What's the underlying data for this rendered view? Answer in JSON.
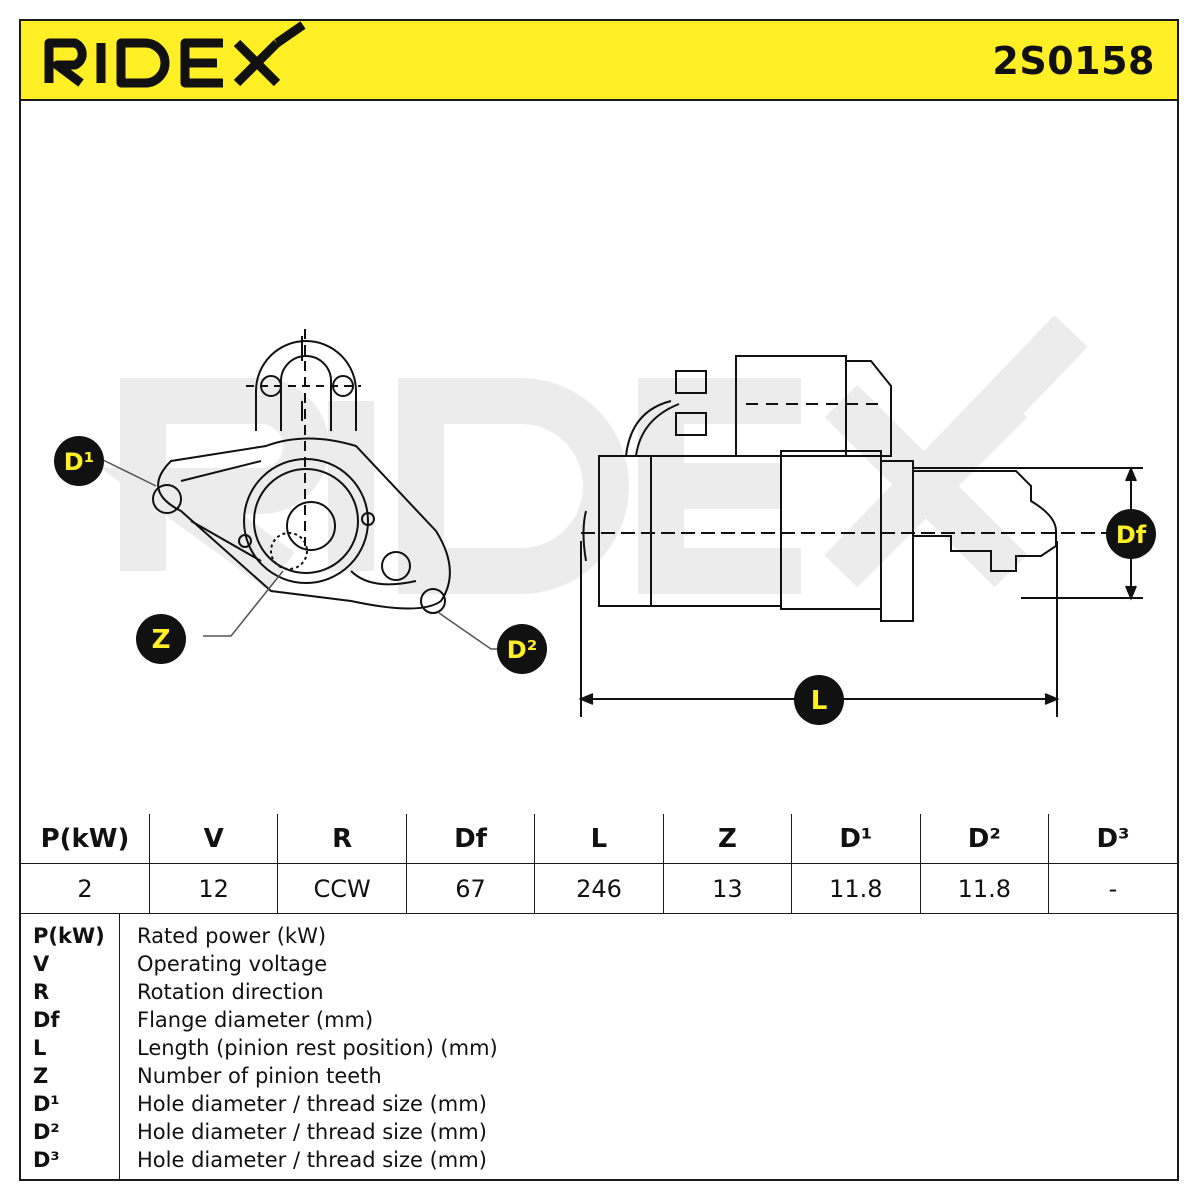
{
  "header": {
    "brand": "RIDEX",
    "part_number": "2S0158",
    "colors": {
      "background": "#ffef24",
      "ink": "#1a1a1a"
    }
  },
  "drawing": {
    "callouts": {
      "d1": "D¹",
      "d2": "D²",
      "z": "Z",
      "df": "Df",
      "l": "L"
    },
    "watermark_text": "RIDEX"
  },
  "specs": {
    "headers": [
      "P(kW)",
      "V",
      "R",
      "Df",
      "L",
      "Z",
      "D¹",
      "D²",
      "D³"
    ],
    "values": [
      "2",
      "12",
      "CCW",
      "67",
      "246",
      "13",
      "11.8",
      "11.8",
      "-"
    ]
  },
  "legend": [
    {
      "key": "P(kW)",
      "desc": "Rated power (kW)"
    },
    {
      "key": "V",
      "desc": "Operating voltage"
    },
    {
      "key": "R",
      "desc": "Rotation direction"
    },
    {
      "key": "Df",
      "desc": "Flange diameter (mm)"
    },
    {
      "key": "L",
      "desc": "Length (pinion rest position) (mm)"
    },
    {
      "key": "Z",
      "desc": "Number of pinion teeth"
    },
    {
      "key": "D¹",
      "desc": "Hole diameter / thread size (mm)"
    },
    {
      "key": "D²",
      "desc": "Hole diameter / thread size (mm)"
    },
    {
      "key": "D³",
      "desc": "Hole diameter / thread size (mm)"
    }
  ]
}
